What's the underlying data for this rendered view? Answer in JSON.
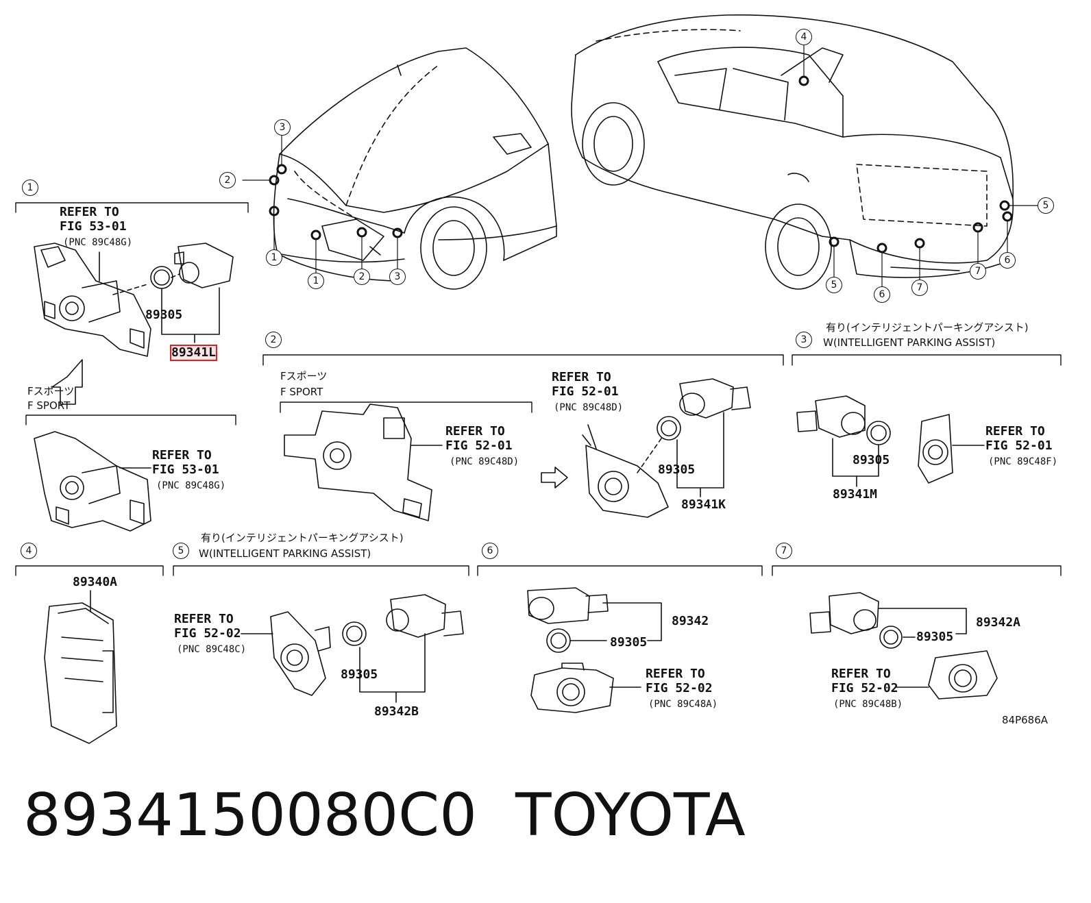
{
  "callouts": [
    "1",
    "2",
    "3",
    "4",
    "5",
    "6",
    "7"
  ],
  "sections": {
    "s1": {
      "refer": "REFER TO",
      "fig": "FIG 53-01",
      "pnc": "(PNC 89C48G)",
      "p1": "89305",
      "p2": "89341L",
      "fsport_jp": "Fスポーツ",
      "fsport_en": "F SPORT",
      "refer2": "REFER TO",
      "fig2": "FIG 53-01",
      "pnc2": "(PNC 89C48G)"
    },
    "s2": {
      "fsport_jp": "Fスポーツ",
      "fsport_en": "F SPORT",
      "refer": "REFER TO",
      "fig": "FIG 52-01",
      "pnc": "(PNC 89C48D)",
      "refer2": "REFER TO",
      "fig2": "FIG 52-01",
      "pnc2": "(PNC 89C48D)",
      "p1": "89305",
      "p2": "89341K"
    },
    "s3": {
      "jp": "有り(インテリジェントパーキングアシスト)",
      "en": "W(INTELLIGENT PARKING ASSIST)",
      "p1": "89305",
      "p2": "89341M",
      "refer": "REFER TO",
      "fig": "FIG 52-01",
      "pnc": "(PNC 89C48F)"
    },
    "s4": {
      "p1": "89340A"
    },
    "s5": {
      "jp": "有り(インテリジェントパーキングアシスト)",
      "en": "W(INTELLIGENT PARKING ASSIST)",
      "refer": "REFER TO",
      "fig": "FIG 52-02",
      "pnc": "(PNC 89C48C)",
      "p1": "89305",
      "p2": "89342B"
    },
    "s6": {
      "p1": "89342",
      "p2": "89305",
      "refer": "REFER TO",
      "fig": "FIG 52-02",
      "pnc": "(PNC 89C48A)"
    },
    "s7": {
      "p1": "89342A",
      "p2": "89305",
      "refer": "REFER TO",
      "fig": "FIG 52-02",
      "pnc": "(PNC 89C48B)"
    }
  },
  "illustration_code": "84P686A",
  "footer": {
    "part_number": "8934150080C0",
    "brand": "TOYOTA"
  },
  "colors": {
    "highlight": "#e02020",
    "line": "#111111"
  }
}
